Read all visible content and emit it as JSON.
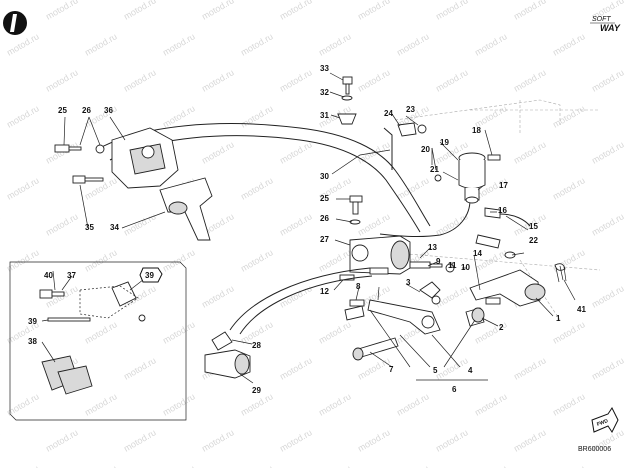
{
  "watermark_text": "motod.ru",
  "brand": {
    "line1": "SOFT",
    "line2": "WAY"
  },
  "fwd_label": "FWD",
  "drawing_code": "BR600006",
  "part_labels": [
    "1",
    "2",
    "3",
    "4",
    "5",
    "6",
    "7",
    "8",
    "9",
    "10",
    "11",
    "12",
    "13",
    "14",
    "15",
    "16",
    "17",
    "18",
    "19",
    "20",
    "21",
    "22",
    "23",
    "24",
    "25",
    "26",
    "27",
    "28",
    "29",
    "30",
    "31",
    "32",
    "33",
    "34",
    "35",
    "36",
    "37",
    "38",
    "39",
    "40",
    "41"
  ]
}
